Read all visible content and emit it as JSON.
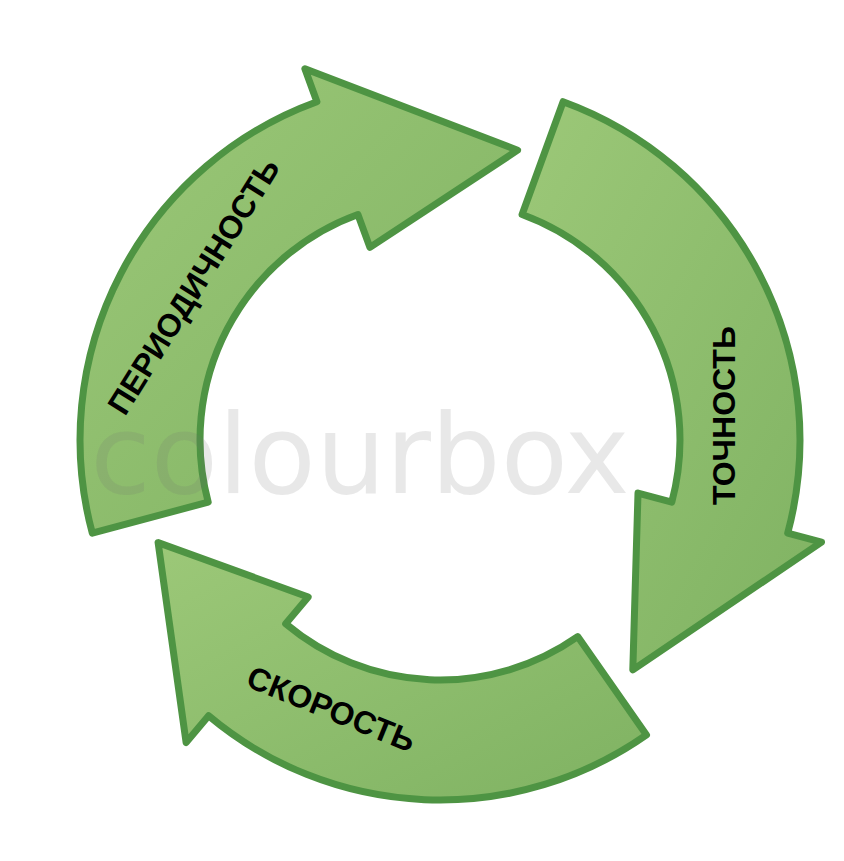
{
  "diagram": {
    "nodes": [
      {
        "text": [
          "ПЕРИОДИЧНОСТЬ"
        ]
      },
      {
        "text": [
          "ТОЧНОСТЬ"
        ]
      },
      {
        "text": [
          "СКОРОСТЬ"
        ]
      }
    ],
    "labels": [
      "colourbox"
    ]
  }
}
